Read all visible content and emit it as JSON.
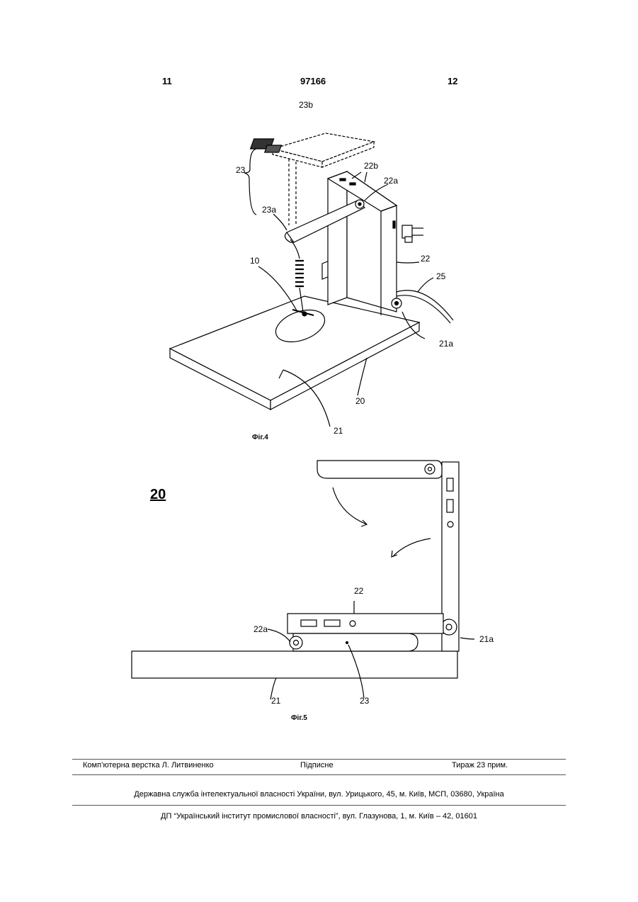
{
  "header": {
    "left_page": "11",
    "patent_number": "97166",
    "right_page": "12"
  },
  "figure4": {
    "caption": "Фіг.4",
    "labels": {
      "l23b": "23b",
      "l23": "23",
      "l22b": "22b",
      "l22a": "22a",
      "l23a": "23a",
      "l10": "10",
      "l22": "22",
      "l25": "25",
      "l21a": "21a",
      "l20": "20",
      "l21": "21"
    }
  },
  "figure5": {
    "caption": "Фіг.5",
    "labels": {
      "l20": "20",
      "l22": "22",
      "l22a": "22a",
      "l21a": "21a",
      "l21": "21",
      "l23": "23"
    }
  },
  "footer": {
    "layout": "Комп’ютерна верстка Л. Литвиненко",
    "signed": "Підписне",
    "circulation": "Тираж 23 прим.",
    "agency": "Державна служба інтелектуальної власності України, вул. Урицького, 45, м. Київ, МСП, 03680, Україна",
    "institute": "ДП “Український інститут промислової власності”, вул. Глазунова, 1, м. Київ – 42, 01601"
  }
}
